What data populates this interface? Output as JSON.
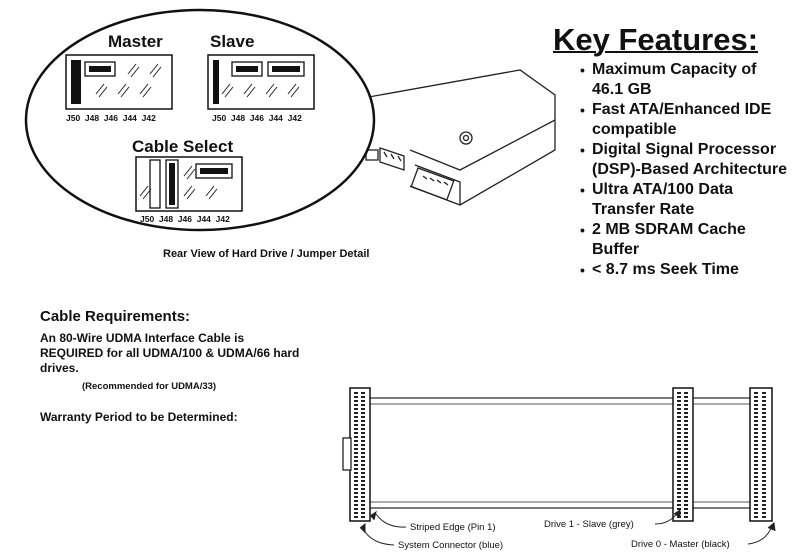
{
  "jumper_detail": {
    "master_label": "Master",
    "slave_label": "Slave",
    "cable_select_label": "Cable Select",
    "pin_labels": "J50  J48  J46  J44  J42"
  },
  "rear_view_caption": "Rear View of Hard Drive / Jumper Detail",
  "key_features": {
    "title": "Key Features:",
    "items": [
      "Maximum Capacity of 46.1 GB",
      "Fast ATA/Enhanced IDE compatible",
      "Digital Signal Processor (DSP)-Based Architecture",
      "Ultra ATA/100 Data Transfer Rate",
      "2 MB SDRAM Cache Buffer",
      "< 8.7 ms Seek Time"
    ]
  },
  "cable_requirements": {
    "title": "Cable Requirements:",
    "description": "An 80-Wire UDMA Interface Cable is REQUIRED for all UDMA/100 & UDMA/66 hard drives.",
    "note": "(Recommended for UDMA/33)"
  },
  "warranty": "Warranty Period to be Determined:",
  "cable_diagram": {
    "striped_edge_label": "Striped Edge (Pin 1)",
    "system_connector_label": "System Connector (blue)",
    "drive1_label": "Drive 1 - Slave (grey)",
    "drive0_label": "Drive 0 - Master (black)"
  }
}
